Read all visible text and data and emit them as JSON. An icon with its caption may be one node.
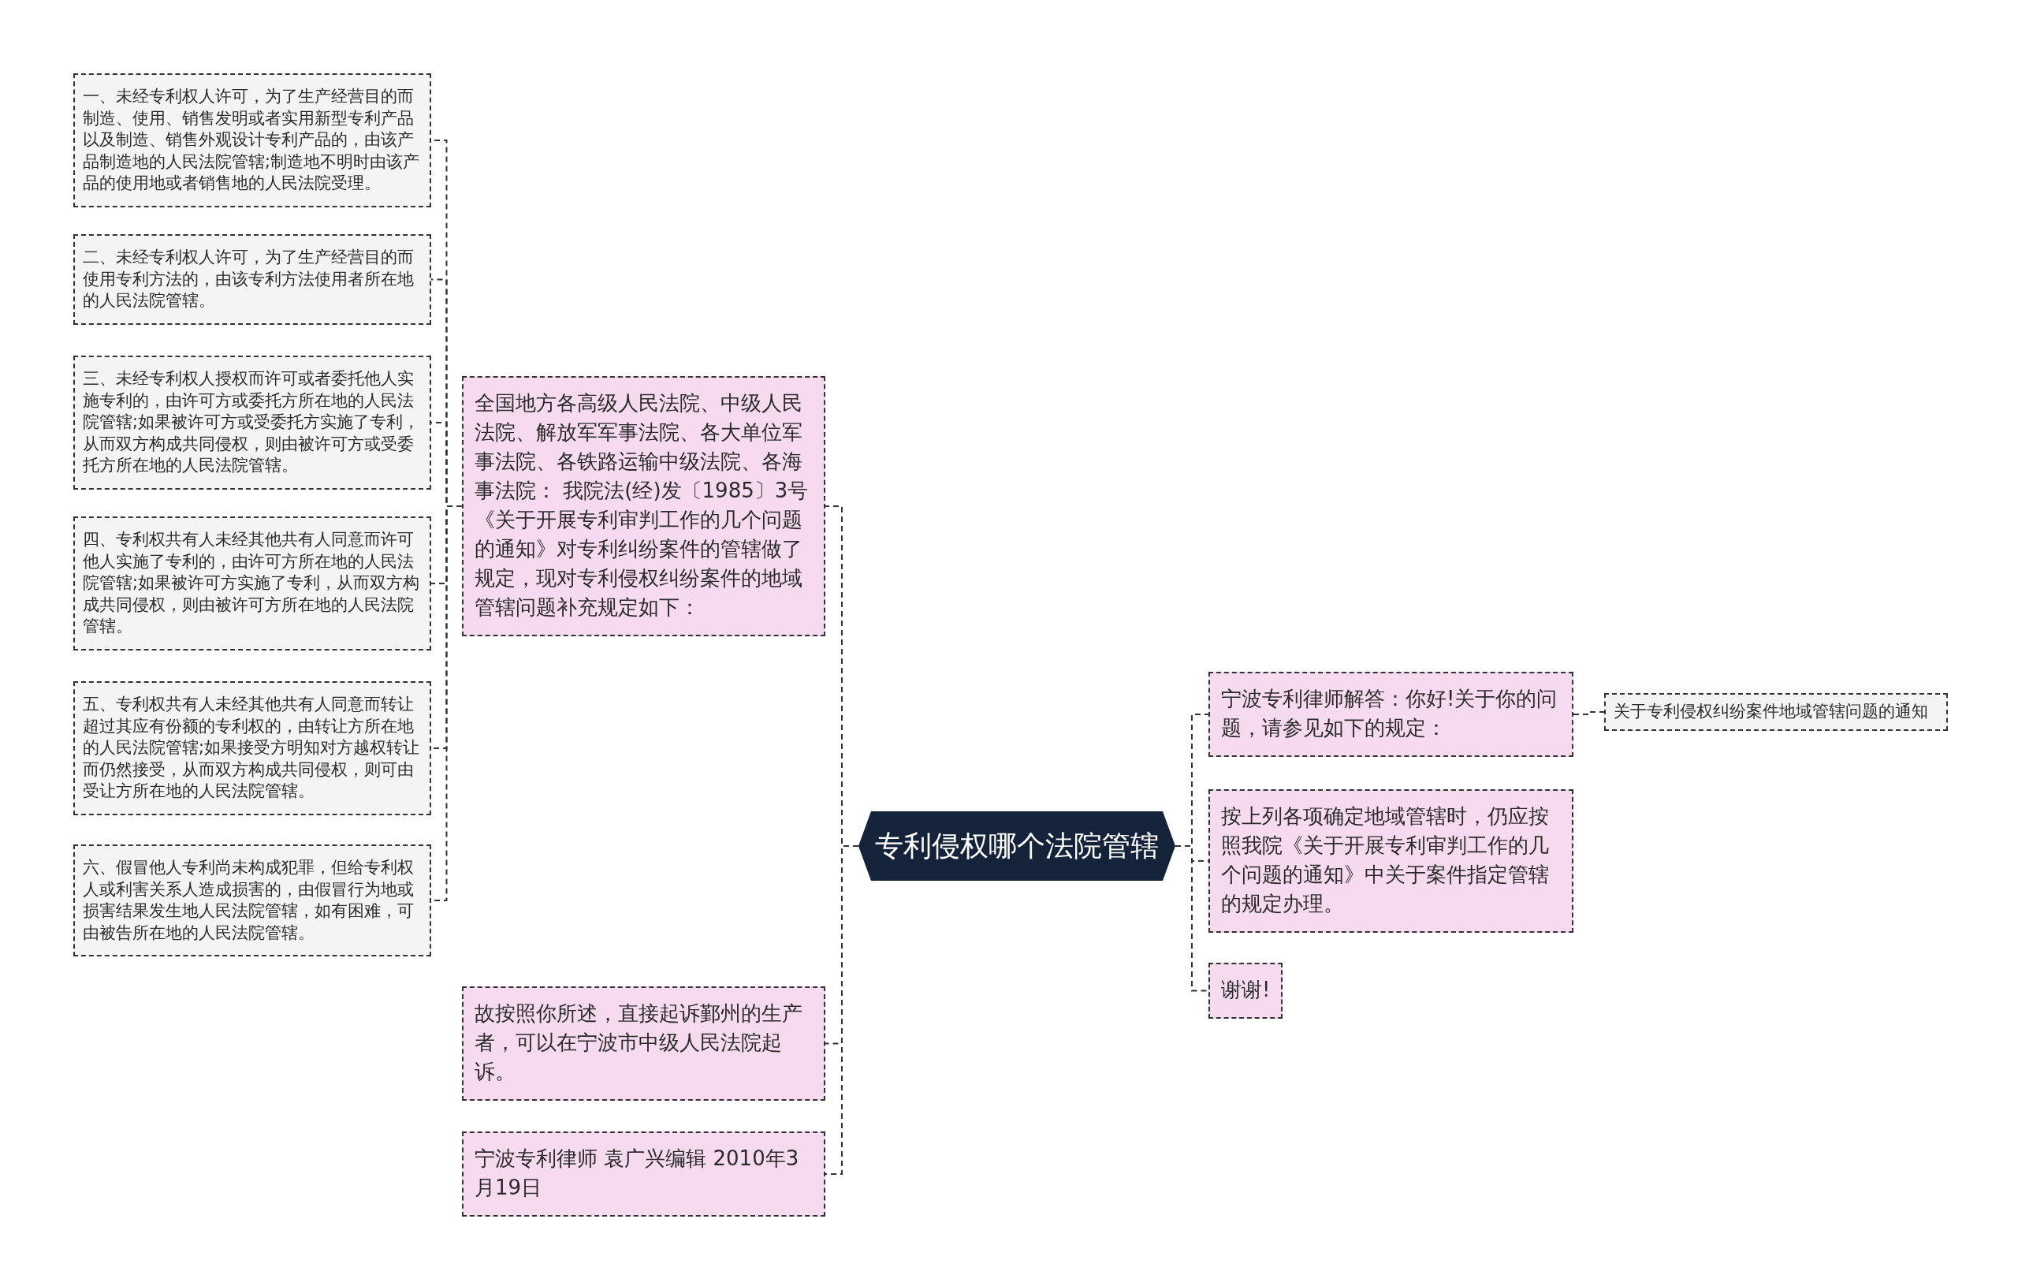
{
  "diagram": {
    "nodes": [
      {
        "text": [
          "专利侵权哪个法院管辖"
        ]
      },
      {
        "text": [
          "全国地方各高级人民法院、中级人民法院、解放军军事法院、各大单位军事法院、各铁路运输中级法院、各海事法院： 我院法(经)发〔1985〕3号《关于开展专利审判工作的几个问题的通知》对专利纠纷案件的管辖做了规定，现对专利侵权纠纷案件的地域管辖问题补充规定如下："
        ]
      },
      {
        "text": [
          "一、未经专利权人许可，为了生产经营目的而制造、使用、销售发明或者实用新型专利产品以及制造、销售外观设计专利产品的，由该产品制造地的人民法院管辖;制造地不明时由该产品的使用地或者销售地的人民法院受理。"
        ]
      },
      {
        "text": [
          "二、未经专利权人许可，为了生产经营目的而使用专利方法的，由该专利方法使用者所在地的人民法院管辖。"
        ]
      },
      {
        "text": [
          "三、未经专利权人授权而许可或者委托他人实施专利的，由许可方或委托方所在地的人民法院管辖;如果被许可方或受委托方实施了专利，从而双方构成共同侵权，则由被许可方或受委托方所在地的人民法院管辖。"
        ]
      },
      {
        "text": [
          "四、专利权共有人未经其他共有人同意而许可他人实施了专利的，由许可方所在地的人民法院管辖;如果被许可方实施了专利，从而双方构成共同侵权，则由被许可方所在地的人民法院管辖。"
        ]
      },
      {
        "text": [
          "五、专利权共有人未经其他共有人同意而转让超过其应有份额的专利权的，由转让方所在地的人民法院管辖;如果接受方明知对方越权转让而仍然接受，从而双方构成共同侵权，则可由受让方所在地的人民法院管辖。"
        ]
      },
      {
        "text": [
          "六、假冒他人专利尚未构成犯罪，但给专利权人或利害关系人造成损害的，由假冒行为地或损害结果发生地人民法院管辖，如有困难，可由被告所在地的人民法院管辖。"
        ]
      },
      {
        "text": [
          "故按照你所述，直接起诉鄞州的生产者，可以在宁波市中级人民法院起诉。"
        ]
      },
      {
        "text": [
          "宁波专利律师 袁广兴编辑 2010年3月19日"
        ]
      },
      {
        "text": [
          "宁波专利律师解答：你好!关于你的问题，请参见如下的规定："
        ]
      },
      {
        "text": [
          "关于专利侵权纠纷案件地域管辖问题的通知"
        ]
      },
      {
        "text": [
          "按上列各项确定地域管辖时，仍应按照我院《关于开展专利审判工作的几个问题的通知》中关于案件指定管辖的规定办理。"
        ]
      },
      {
        "text": [
          "谢谢!"
        ]
      }
    ],
    "edges": [
      {
        "from": 0,
        "to": 1,
        "arrow": "none"
      },
      {
        "from": 1,
        "to": 2,
        "arrow": "none"
      },
      {
        "from": 1,
        "to": 3,
        "arrow": "none"
      },
      {
        "from": 1,
        "to": 4,
        "arrow": "none"
      },
      {
        "from": 1,
        "to": 5,
        "arrow": "none"
      },
      {
        "from": 1,
        "to": 6,
        "arrow": "none"
      },
      {
        "from": 1,
        "to": 7,
        "arrow": "none"
      },
      {
        "from": 0,
        "to": 8,
        "arrow": "none"
      },
      {
        "from": 0,
        "to": 9,
        "arrow": "none"
      },
      {
        "from": 0,
        "to": 10,
        "arrow": "none"
      },
      {
        "from": 10,
        "to": 11,
        "arrow": "none"
      },
      {
        "from": 0,
        "to": 12,
        "arrow": "none"
      },
      {
        "from": 0,
        "to": 13,
        "arrow": "none"
      }
    ]
  }
}
